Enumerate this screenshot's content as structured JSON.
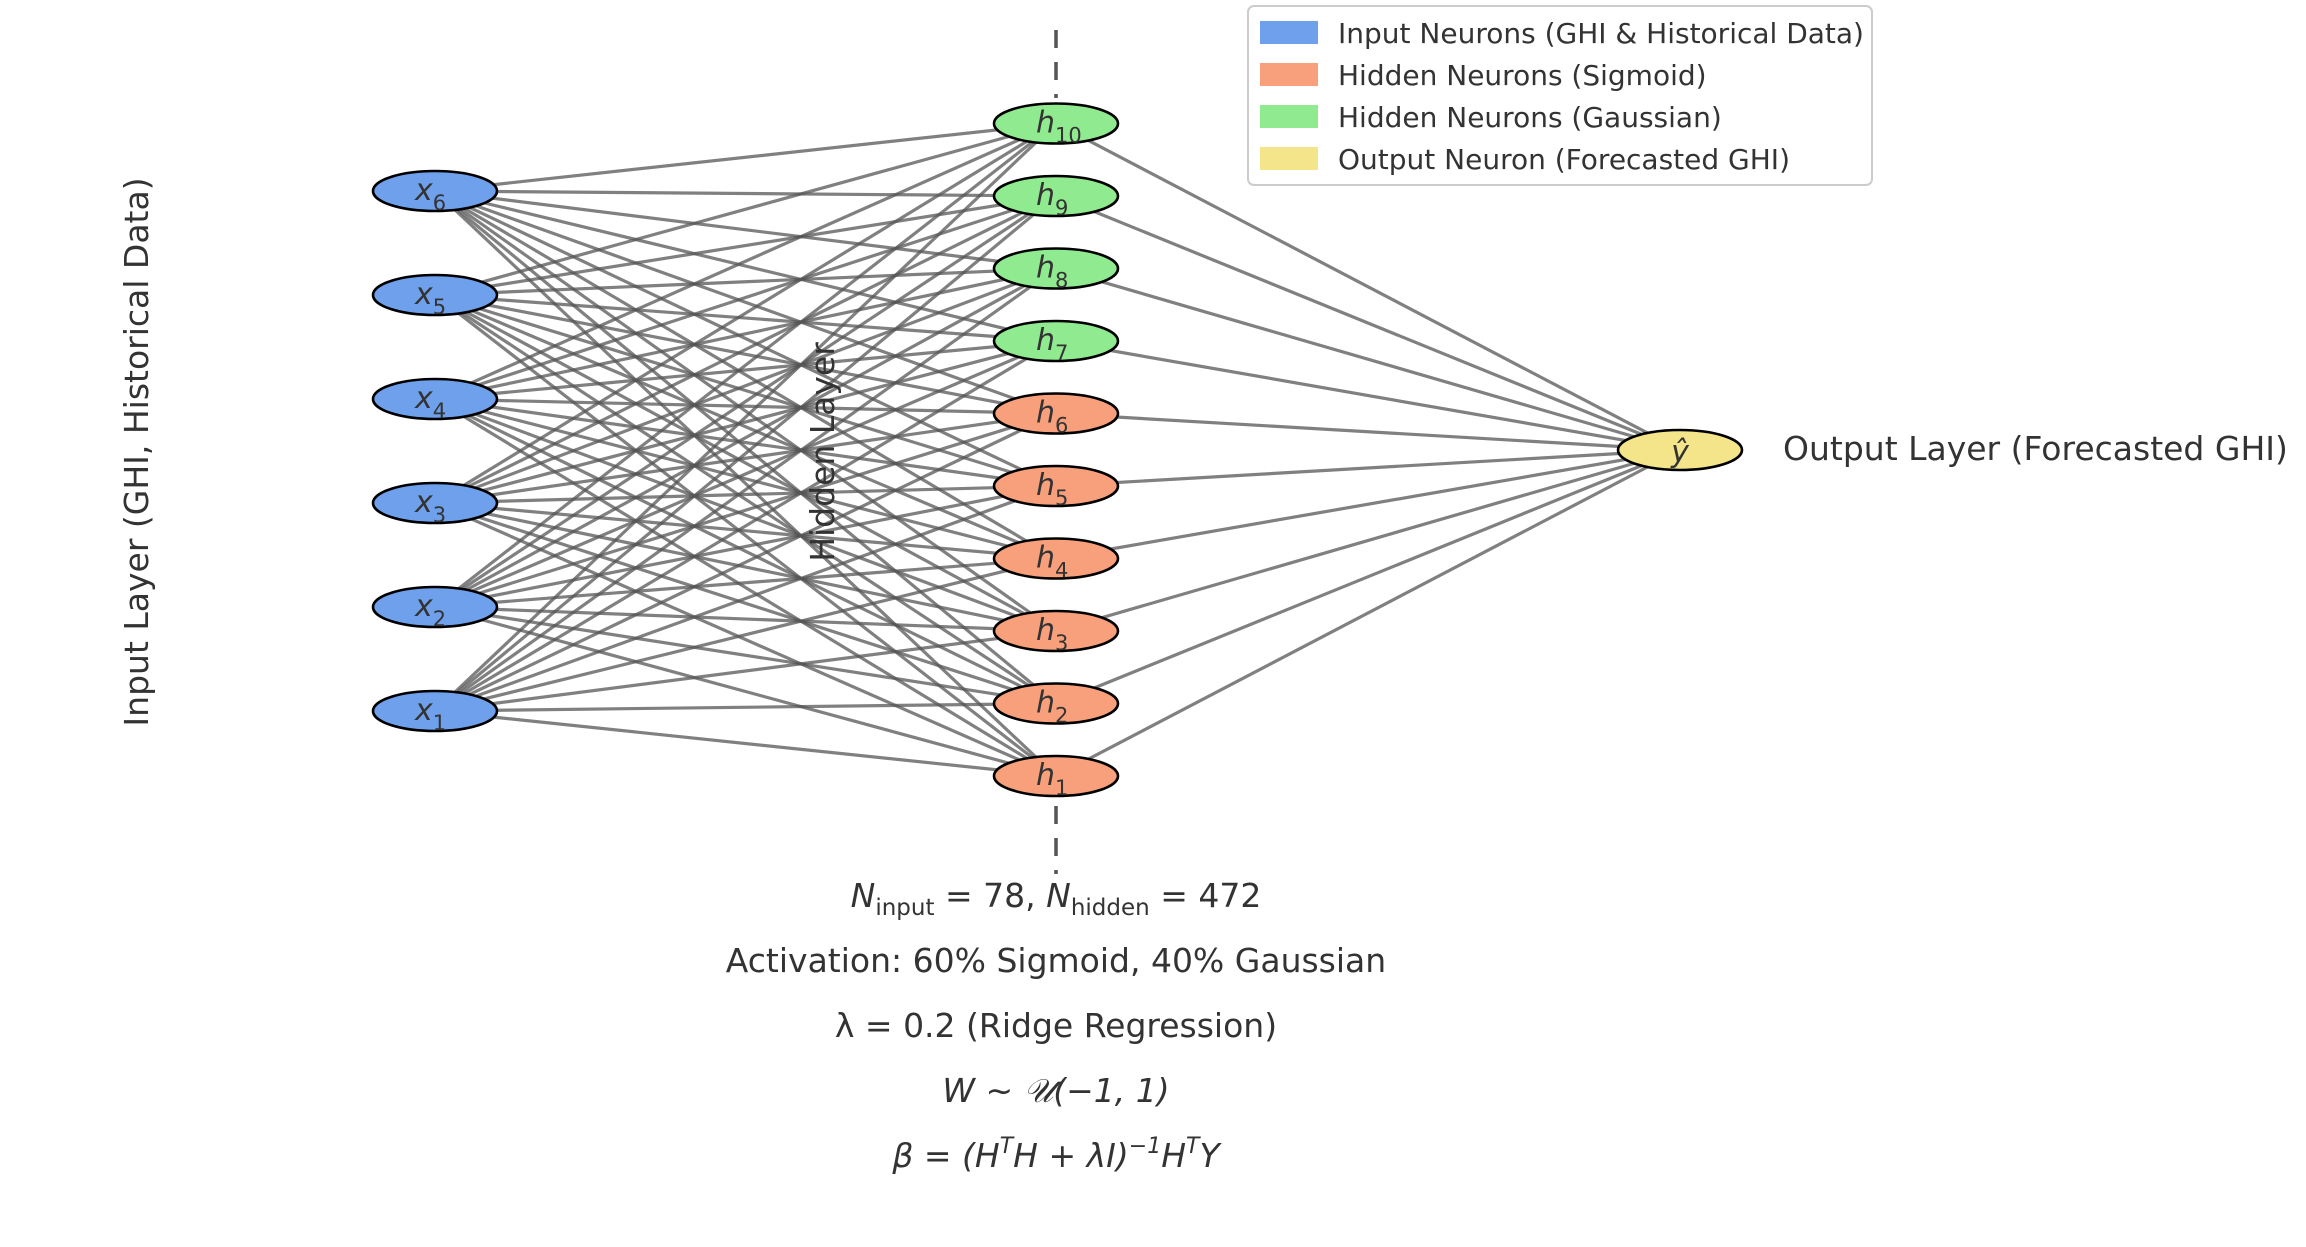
{
  "labels": {
    "input_layer": "Input Layer (GHI, Historical Data)",
    "hidden_layer": "Hidden Layer",
    "output_layer": "Output Layer (Forecasted GHI)"
  },
  "colors": {
    "input": "#6fa0ec",
    "hidden_sigmoid": "#f8a07c",
    "hidden_gaussian": "#90ea90",
    "output": "#f4e48a",
    "edge": "#555555"
  },
  "legend": [
    {
      "label": "Input Neurons (GHI & Historical Data)",
      "color": "#6fa0ec"
    },
    {
      "label": "Hidden Neurons (Sigmoid)",
      "color": "#f8a07c"
    },
    {
      "label": "Hidden Neurons (Gaussian)",
      "color": "#90ea90"
    },
    {
      "label": "Output Neuron (Forecasted GHI)",
      "color": "#f4e48a"
    }
  ],
  "input_nodes": [
    {
      "base": "x",
      "sub": "1"
    },
    {
      "base": "x",
      "sub": "2"
    },
    {
      "base": "x",
      "sub": "3"
    },
    {
      "base": "x",
      "sub": "4"
    },
    {
      "base": "x",
      "sub": "5"
    },
    {
      "base": "x",
      "sub": "6"
    }
  ],
  "hidden_nodes": [
    {
      "base": "h",
      "sub": "1",
      "type": "sigmoid"
    },
    {
      "base": "h",
      "sub": "2",
      "type": "sigmoid"
    },
    {
      "base": "h",
      "sub": "3",
      "type": "sigmoid"
    },
    {
      "base": "h",
      "sub": "4",
      "type": "sigmoid"
    },
    {
      "base": "h",
      "sub": "5",
      "type": "sigmoid"
    },
    {
      "base": "h",
      "sub": "6",
      "type": "sigmoid"
    },
    {
      "base": "h",
      "sub": "7",
      "type": "gaussian"
    },
    {
      "base": "h",
      "sub": "8",
      "type": "gaussian"
    },
    {
      "base": "h",
      "sub": "9",
      "type": "gaussian"
    },
    {
      "base": "h",
      "sub": "10",
      "type": "gaussian"
    }
  ],
  "output_node": {
    "base": "ŷ"
  },
  "formulas": {
    "n_input_symbol": "N",
    "n_input_sub": "input",
    "n_input_value": " = 78, ",
    "n_hidden_symbol": "N",
    "n_hidden_sub": "hidden",
    "n_hidden_value": " = 472",
    "activation": "Activation: 60% Sigmoid, 40% Gaussian",
    "lambda": "λ = 0.2 (Ridge Regression)",
    "weights": "W ∼ 𝒰(−1, 1)",
    "beta_prefix": "β = (H",
    "beta_sup1": "T",
    "beta_mid": "H + λI)",
    "beta_sup2": "−1",
    "beta_mid2": "H",
    "beta_sup3": "T",
    "beta_suffix": "Y"
  }
}
